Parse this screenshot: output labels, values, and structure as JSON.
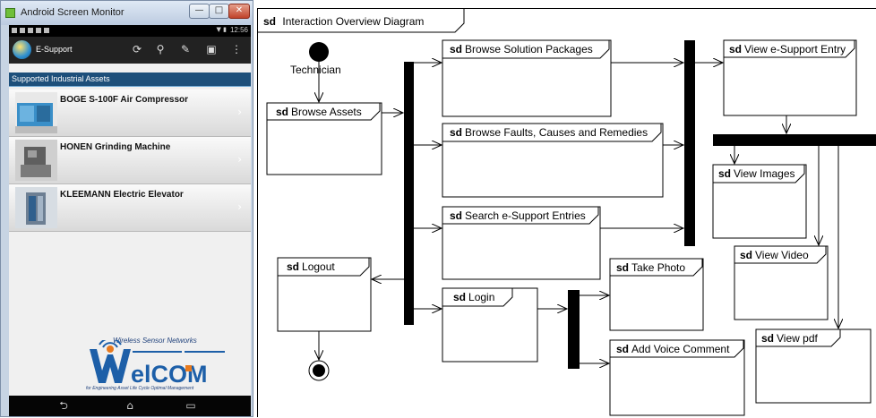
{
  "window": {
    "title": "Android Screen Monitor",
    "min_label": "—",
    "max_label": "□",
    "close_label": "✕"
  },
  "status_bar": {
    "time": "12:56",
    "right_icons": "▼ ▮"
  },
  "app": {
    "title": "E-Support"
  },
  "action_icons": {
    "refresh": "⟳",
    "search": "⚲",
    "wrench": "✎",
    "camera": "▣",
    "overflow": "⋮"
  },
  "section": {
    "label": "Supported Industrial Assets"
  },
  "assets": [
    {
      "name": "BOGE S-100F Air Compressor",
      "icon": "air-compressor-photo",
      "color": "#3a8fc8"
    },
    {
      "name": "HONEN Grinding Machine",
      "icon": "grinding-machine-photo",
      "color": "#8a8a8a"
    },
    {
      "name": "KLEEMANN Electric Elevator",
      "icon": "elevator-photo",
      "color": "#6d7f93"
    }
  ],
  "chevron": "›",
  "logo": {
    "caption_top": "Wireless Sensor Networks",
    "wordmark": "WelCOM",
    "caption_bottom": "for Engineering Asset Life Cycle Optimal Management",
    "colors": {
      "blue": "#1d5fa8",
      "orange": "#e87a1e"
    }
  },
  "nav_icons": {
    "back": "⮌",
    "home": "⌂",
    "recents": "▭"
  },
  "diagram": {
    "frame_keyword": "sd",
    "frame_title": "Interaction Overview Diagram",
    "initial_label": "Technician",
    "keyword": "sd",
    "nodes": {
      "browse_assets": "Browse Assets",
      "browse_packages": "Browse Solution Packages",
      "browse_faults": "Browse Faults, Causes and Remedies",
      "search_entries": "Search e-Support Entries",
      "logout": "Logout",
      "login": "Login",
      "take_photo": "Take Photo",
      "add_voice_comment": "Add Voice Comment",
      "view_entry": "View e-Support Entry",
      "view_images": "View Images",
      "view_video": "View Video",
      "view_pdf": "View pdf"
    }
  }
}
